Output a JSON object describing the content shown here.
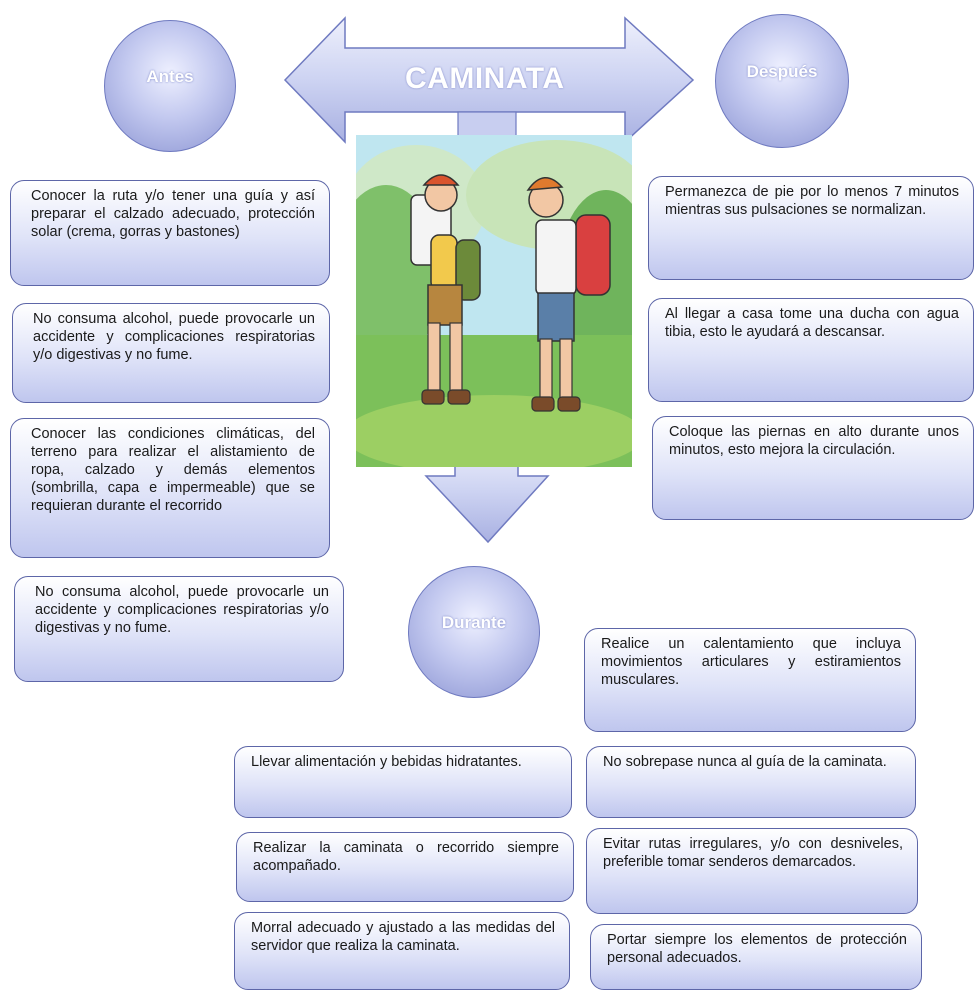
{
  "title": "CAMINATA",
  "sections": {
    "antes": {
      "label": "Antes",
      "items": [
        "Conocer la ruta y/o tener una guía y así preparar el calzado adecuado, protección solar (crema, gorras y bastones)",
        "No consuma alcohol, puede provocarle un accidente y complicaciones respiratorias y/o digestivas y no fume.",
        "Conocer las condiciones climáticas, del terreno para realizar el alistamiento de ropa, calzado y demás elementos (sombrilla, capa e impermeable) que se requieran durante el recorrido",
        "No consuma alcohol, puede provocarle un accidente y complicaciones respiratorias y/o digestivas y no fume."
      ]
    },
    "despues": {
      "label": "Después",
      "items": [
        "Permanezca de pie por lo menos 7 minutos mientras sus pulsaciones se normalizan.",
        "Al llegar a casa tome una ducha con agua tibia, esto le ayudará a descansar.",
        "Coloque las piernas en alto durante unos minutos, esto mejora la circulación."
      ]
    },
    "durante": {
      "label": "Durante",
      "items_left": [
        "Llevar alimentación y bebidas hidratantes.",
        "Realizar la caminata o recorrido siempre acompañado.",
        "Morral adecuado y ajustado a las medidas del servidor que realiza la caminata."
      ],
      "items_right": [
        "Realice un calentamiento que incluya movimientos articulares y estiramientos musculares.",
        "No sobrepase nunca al guía de la caminata.",
        "Evitar rutas irregulares, y/o con desniveles, preferible tomar senderos demarcados.",
        "Portar siempre los elementos de protección personal adecuados."
      ]
    }
  },
  "colors": {
    "border": "#5d66a8",
    "circle_fill": "#c2c8ef",
    "text": "#1a1a1a"
  }
}
